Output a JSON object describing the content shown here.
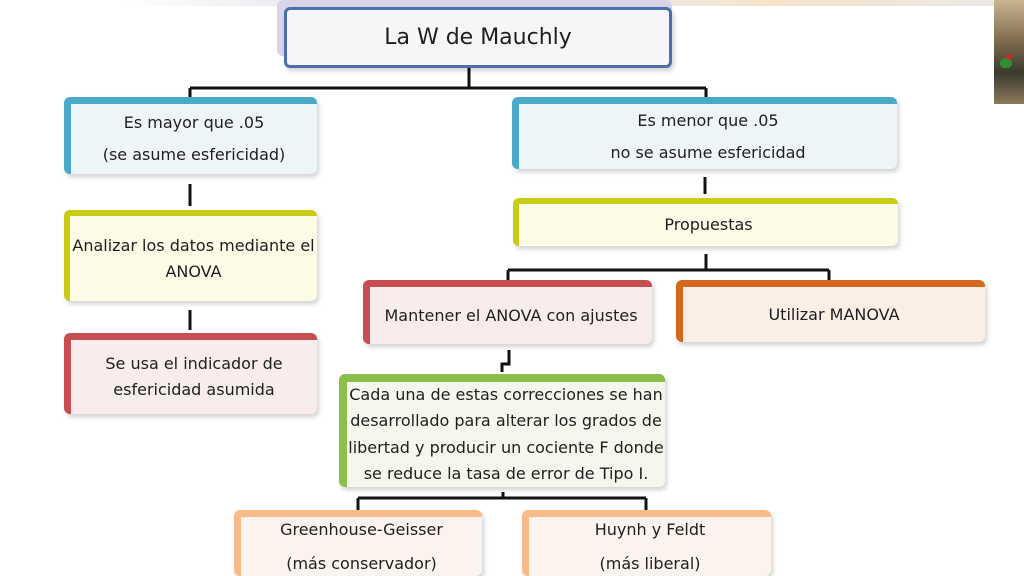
{
  "root": {
    "label": "La W de Mauchly"
  },
  "nodes": {
    "mayor": {
      "line1": "Es mayor que .05",
      "line2": "(se asume esfericidad)"
    },
    "menor": {
      "line1": "Es menor que .05",
      "line2": "no se asume esfericidad"
    },
    "analizar": {
      "line1": "Analizar los datos mediante el",
      "line2": "ANOVA"
    },
    "indicador": {
      "line1": "Se usa el indicador de",
      "line2": "esfericidad asumida"
    },
    "propuestas": {
      "label": "Propuestas"
    },
    "mantener": {
      "label": "Mantener el ANOVA con ajustes"
    },
    "manova": {
      "label": "Utilizar MANOVA"
    },
    "cada": {
      "line1": "Cada una de estas correcciones se han",
      "line2": "desarrollado para alterar los grados de",
      "line3": "libertad y producir un cociente F donde",
      "line4": "se reduce la tasa de error de Tipo I."
    },
    "greenhouse": {
      "line1": "Greenhouse-Geisser",
      "line2": "(más conservador)"
    },
    "huynh": {
      "line1": "Huynh y  Feldt",
      "line2": "(más liberal)"
    }
  },
  "colors": {
    "blue": "#4aa9c6",
    "yellow": "#c8cc12",
    "red": "#c84d51",
    "orange": "#d4691d",
    "green": "#8cbe4c",
    "peach": "#f7bb8b",
    "root_border": "#4d6fae"
  }
}
